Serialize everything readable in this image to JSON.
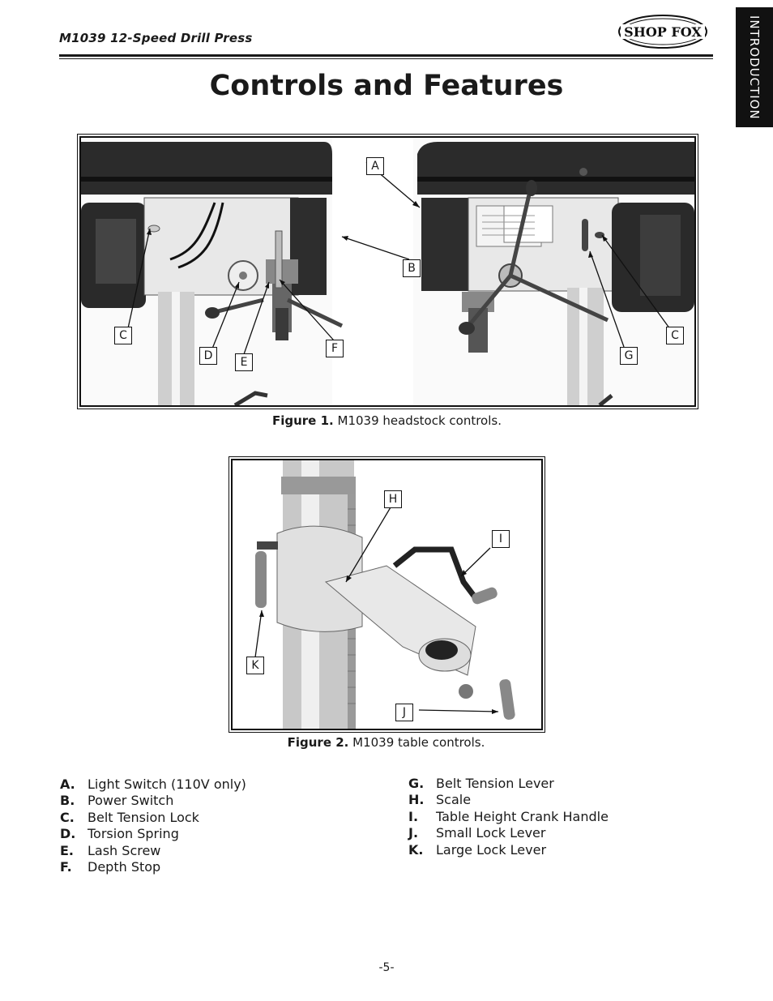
{
  "header": {
    "title": "M1039 12-Speed Drill Press",
    "logo_text": "SHOP FOX",
    "side_tab": "INTRODUCTION"
  },
  "page_title": "Controls and Features",
  "figure1": {
    "caption_label": "Figure 1.",
    "caption_text": "M1039 headstock controls.",
    "callouts": [
      "A",
      "B",
      "C",
      "D",
      "E",
      "F",
      "C",
      "G"
    ]
  },
  "figure2": {
    "caption_label": "Figure 2.",
    "caption_text": "M1039 table controls.",
    "callouts": [
      "H",
      "I",
      "K",
      "J"
    ]
  },
  "features_left": [
    {
      "letter": "A.",
      "text": "Light Switch (110V only)"
    },
    {
      "letter": "B.",
      "text": "Power Switch"
    },
    {
      "letter": "C.",
      "text": "Belt Tension Lock"
    },
    {
      "letter": "D.",
      "text": "Torsion Spring"
    },
    {
      "letter": "E.",
      "text": "Lash Screw"
    },
    {
      "letter": "F.",
      "text": "Depth Stop"
    }
  ],
  "features_right": [
    {
      "letter": "G.",
      "text": "Belt Tension Lever"
    },
    {
      "letter": "H.",
      "text": "Scale"
    },
    {
      "letter": "I.",
      "text": "Table Height Crank Handle"
    },
    {
      "letter": "J.",
      "text": "Small Lock Lever"
    },
    {
      "letter": "K.",
      "text": "Large Lock Lever"
    }
  ],
  "page_number": "-5-"
}
